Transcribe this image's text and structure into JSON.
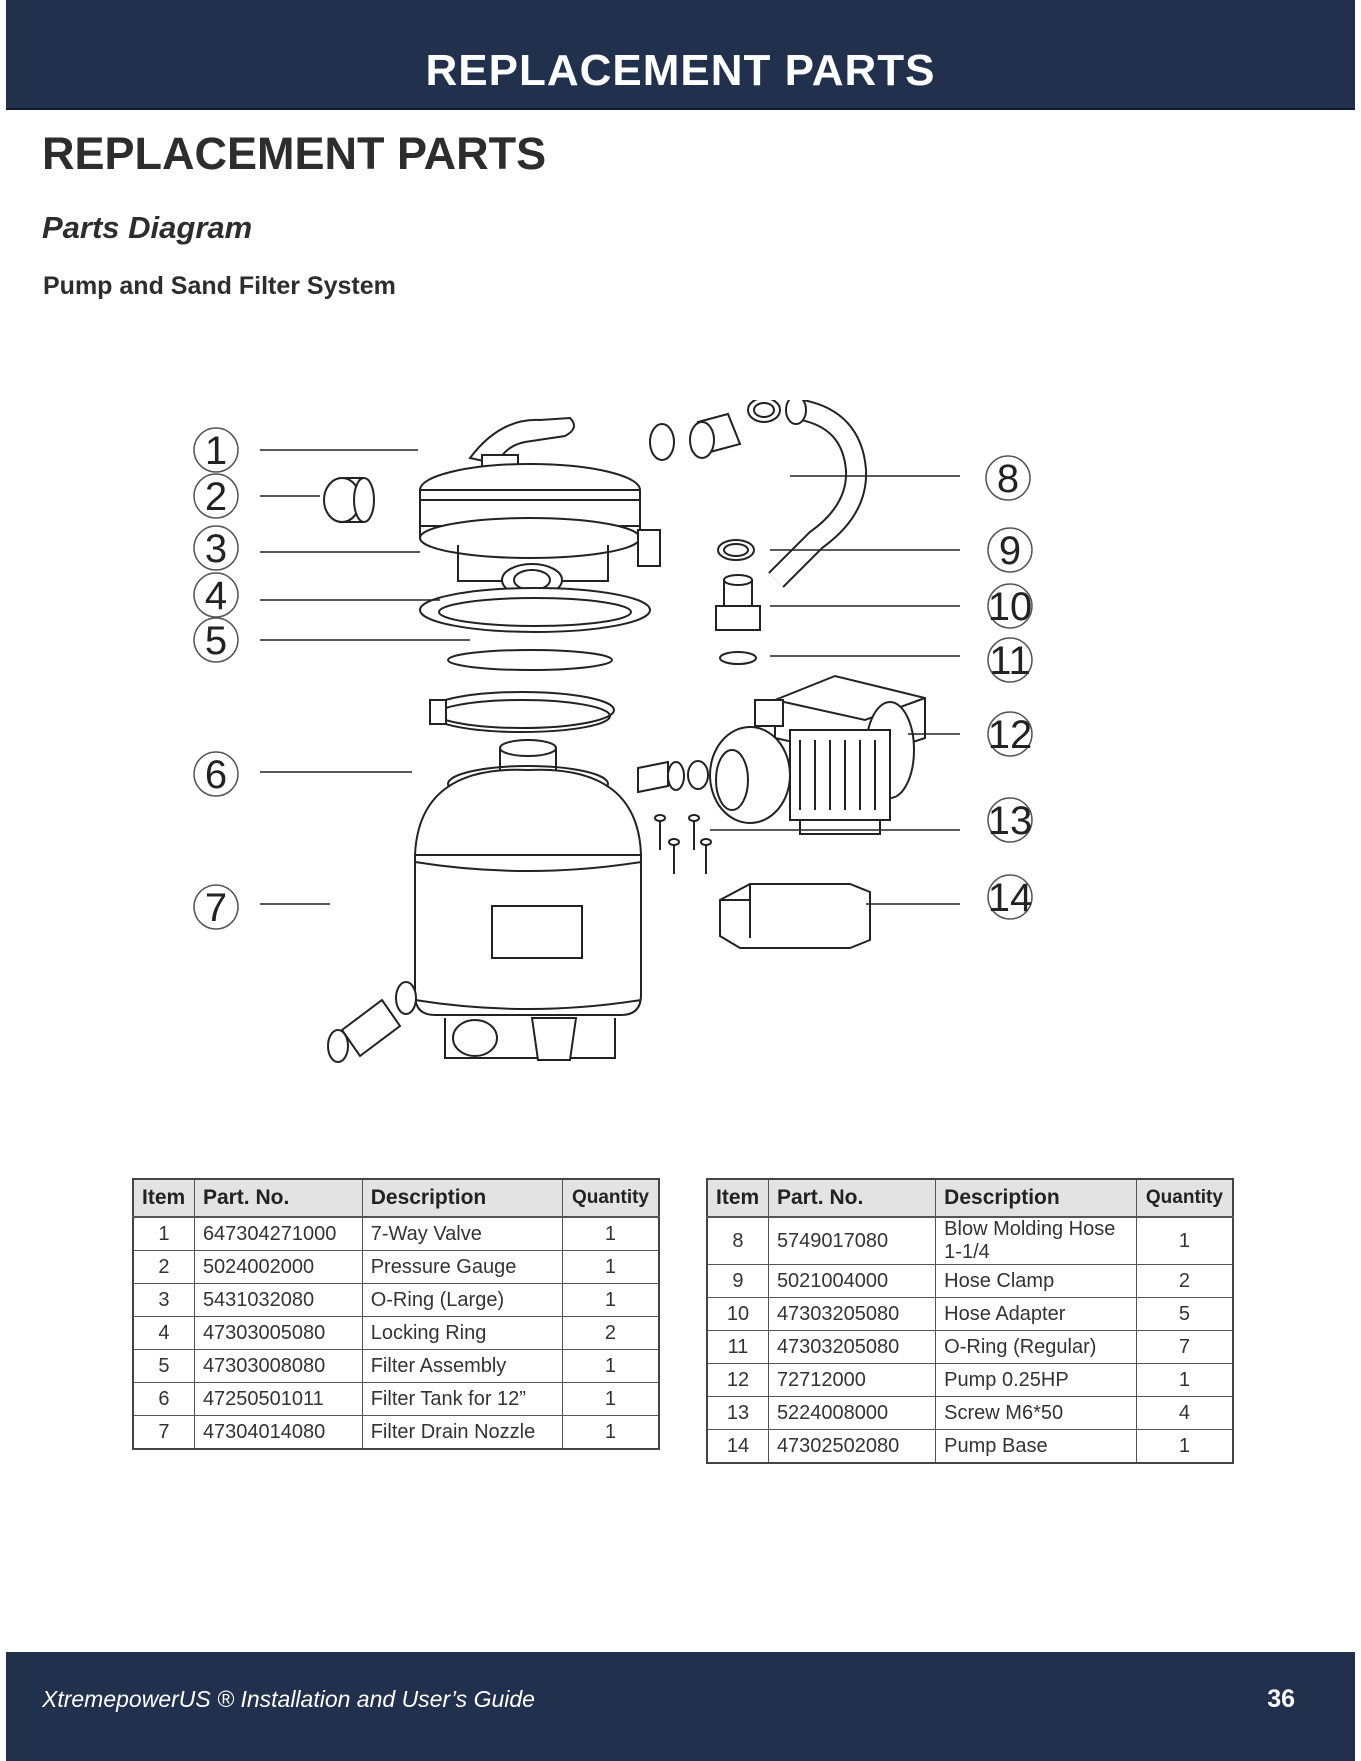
{
  "header": {
    "banner_title": "REPLACEMENT PARTS"
  },
  "page": {
    "title": "REPLACEMENT PARTS",
    "subtitle": "Parts Diagram",
    "section": "Pump and Sand Filter System"
  },
  "diagram": {
    "callouts": [
      "1",
      "2",
      "3",
      "4",
      "5",
      "6",
      "7",
      "8",
      "9",
      "10",
      "11",
      "12",
      "13",
      "14"
    ]
  },
  "table_left": {
    "headers": [
      "Item",
      "Part. No.",
      "Description",
      "Quantity"
    ],
    "rows": [
      [
        "1",
        "647304271000",
        "7-Way Valve",
        "1"
      ],
      [
        "2",
        "5024002000",
        "Pressure Gauge",
        "1"
      ],
      [
        "3",
        "5431032080",
        "O-Ring (Large)",
        "1"
      ],
      [
        "4",
        "47303005080",
        "Locking Ring",
        "2"
      ],
      [
        "5",
        "47303008080",
        "Filter Assembly",
        "1"
      ],
      [
        "6",
        "47250501011",
        "Filter Tank for 12”",
        "1"
      ],
      [
        "7",
        "47304014080",
        "Filter Drain Nozzle",
        "1"
      ]
    ]
  },
  "table_right": {
    "headers": [
      "Item",
      "Part. No.",
      "Description",
      "Quantity"
    ],
    "rows": [
      [
        "8",
        "5749017080",
        "Blow Molding Hose 1-1/4",
        "1"
      ],
      [
        "9",
        "5021004000",
        "Hose Clamp",
        "2"
      ],
      [
        "10",
        "47303205080",
        "Hose Adapter",
        "5"
      ],
      [
        "11",
        "47303205080",
        "O-Ring (Regular)",
        "7"
      ],
      [
        "12",
        "72712000",
        "Pump 0.25HP",
        "1"
      ],
      [
        "13",
        "5224008000",
        "Screw M6*50",
        "4"
      ],
      [
        "14",
        "47302502080",
        "Pump Base",
        "1"
      ]
    ]
  },
  "footer": {
    "guide_title": "XtremepowerUS ® Installation and User’s Guide",
    "page_number": "36"
  }
}
